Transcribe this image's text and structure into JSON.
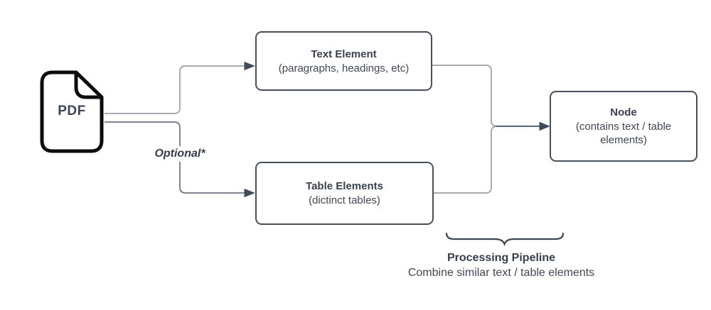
{
  "diagram": {
    "source": {
      "label": "PDF"
    },
    "optional_label": "Optional*",
    "nodes": {
      "text_element": {
        "title": "Text Element",
        "subtitle": "(paragraphs, headings, etc)"
      },
      "table_elements": {
        "title": "Table Elements",
        "subtitle": "(dictinct tables)"
      },
      "node": {
        "title": "Node",
        "subtitle": "(contains text / table elements)"
      }
    },
    "caption": {
      "title": "Processing Pipeline",
      "subtitle": "Combine similar text / table elements"
    },
    "connections": [
      {
        "from": "PDF",
        "to": "Text Element"
      },
      {
        "from": "PDF",
        "to": "Table Elements",
        "note": "Optional*"
      },
      {
        "from": "Text Element",
        "to": "Node"
      },
      {
        "from": "Table Elements",
        "to": "Node"
      }
    ],
    "colors": {
      "background": "#ffffff",
      "text": "#3a424e",
      "box_border": "#48505c",
      "connector_light": "#9aa0a8",
      "connector_dark": "#5a6470",
      "arrowhead": "#3f4a58",
      "pdf_outline": "#0c0c0c",
      "brace": "#3d4653"
    }
  }
}
